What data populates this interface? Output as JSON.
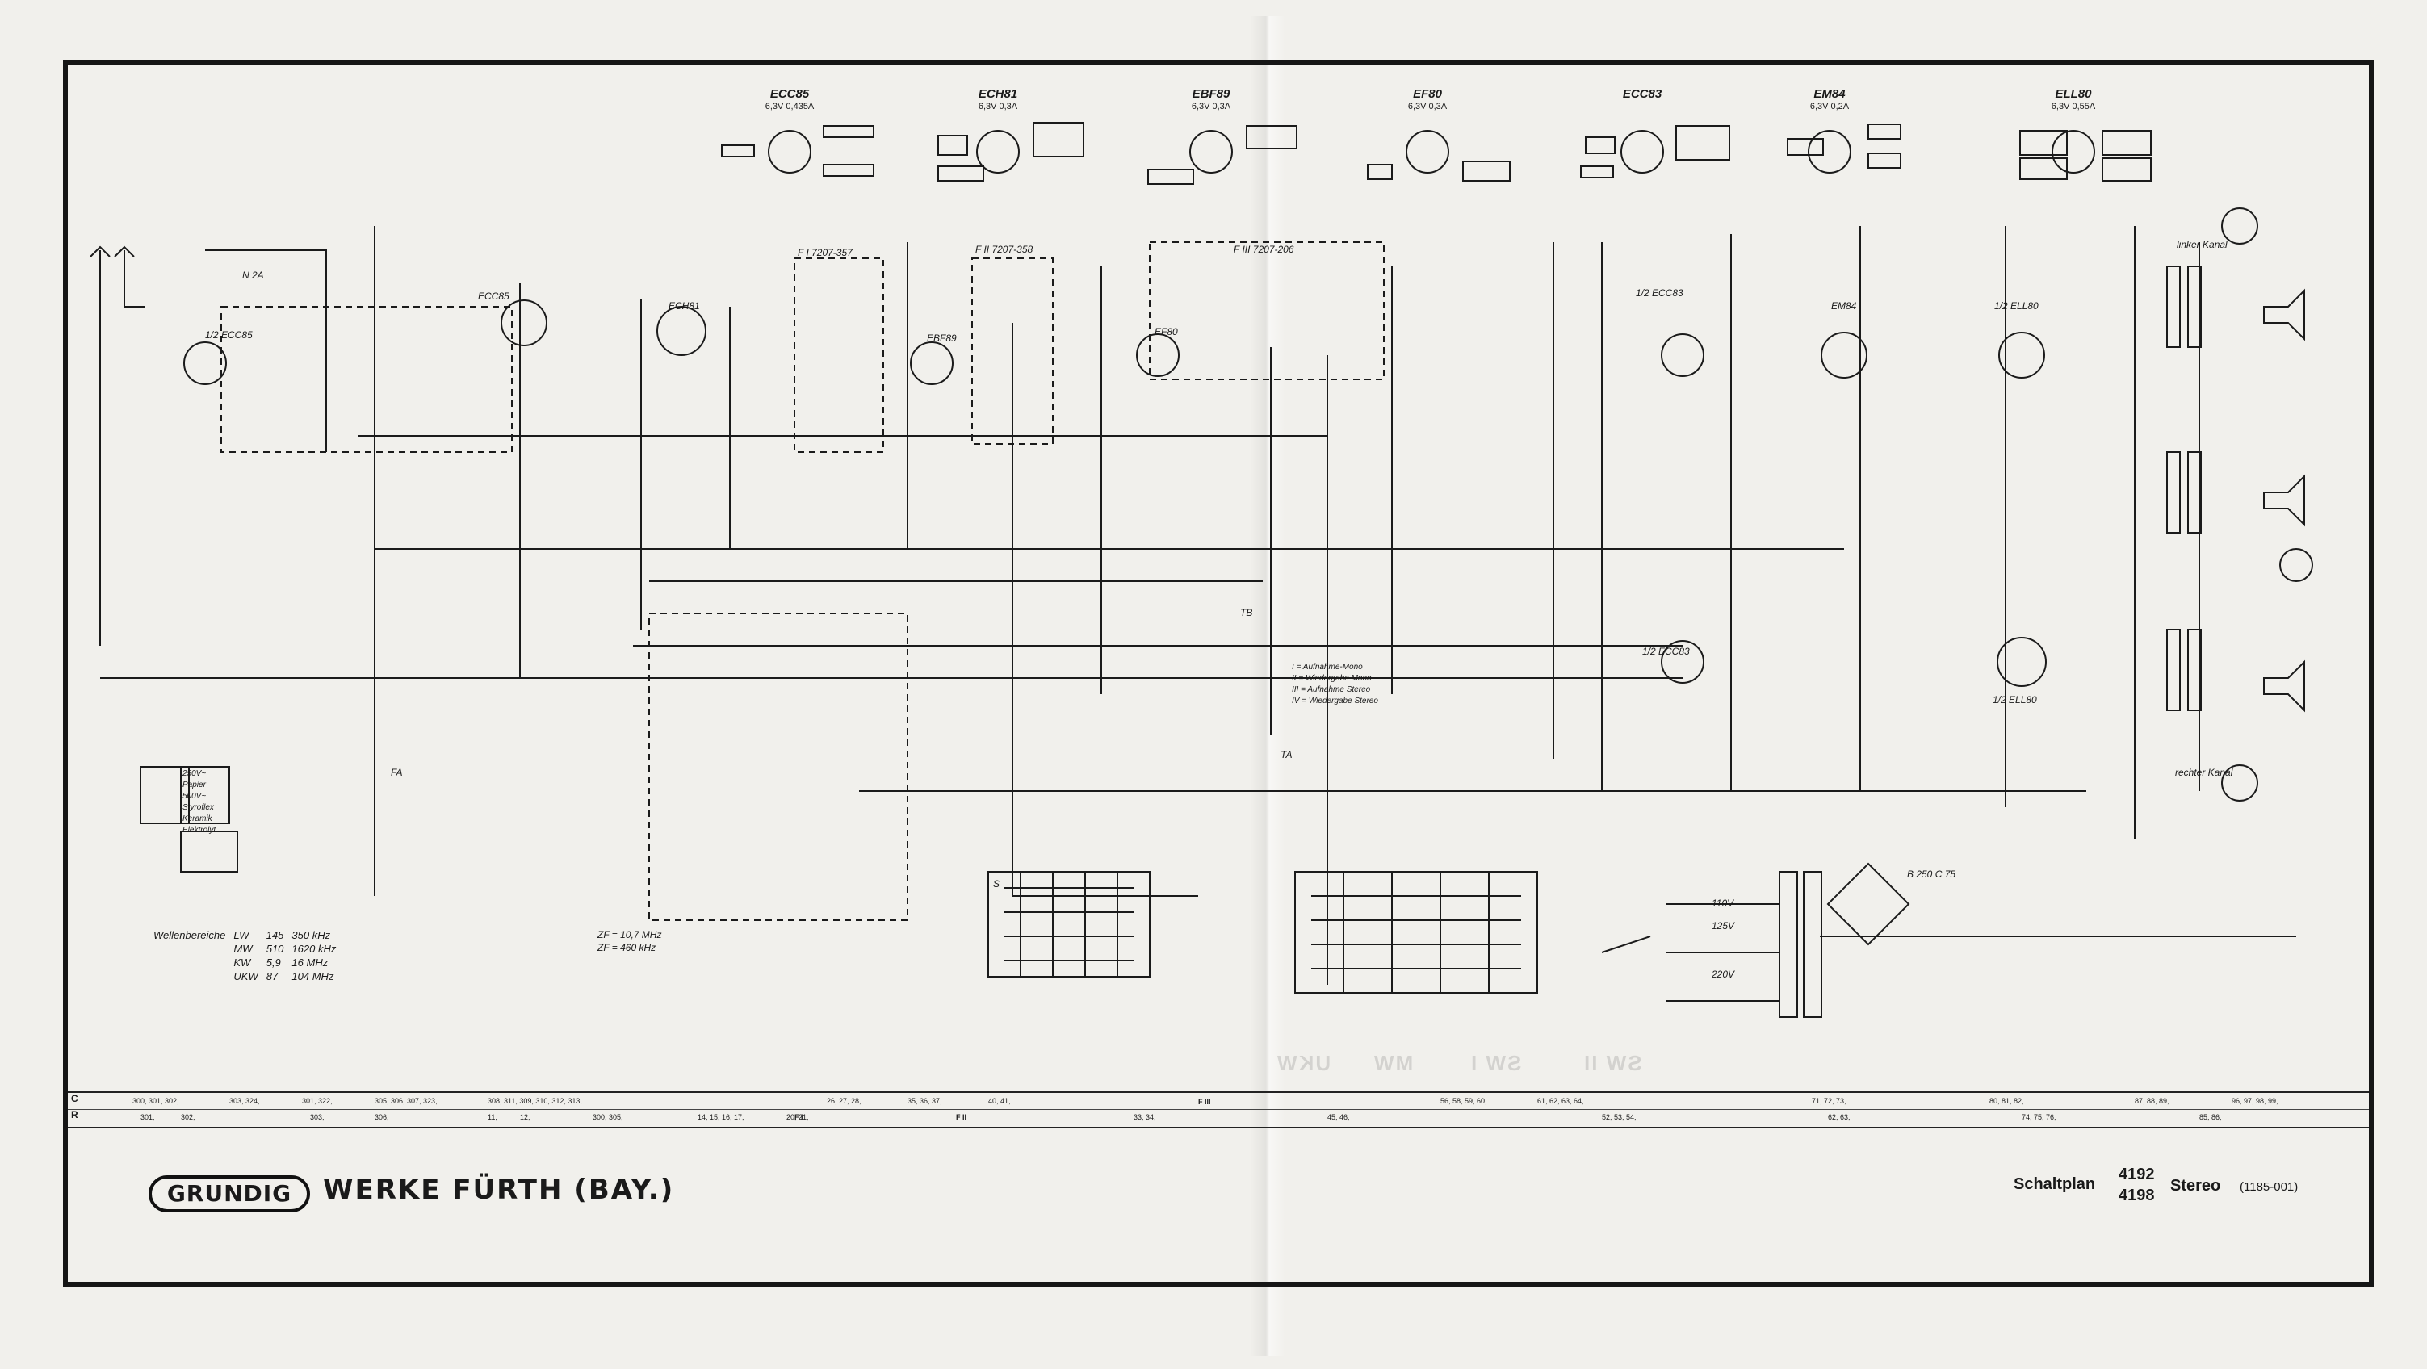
{
  "tubes": [
    {
      "name": "ECC85",
      "heater": "6,3V 0,435A"
    },
    {
      "name": "ECH81",
      "heater": "6,3V 0,3A"
    },
    {
      "name": "EBF89",
      "heater": "6,3V 0,3A"
    },
    {
      "name": "EF80",
      "heater": "6,3V 0,3A"
    },
    {
      "name": "ECC83",
      "heater": ""
    },
    {
      "name": "EM84",
      "heater": "6,3V 0,2A"
    },
    {
      "name": "ELL80",
      "heater": "6,3V 0,55A"
    }
  ],
  "schematic_labels": {
    "ecc85_left": "1/2 ECC85",
    "ecc85_mid": "ECC85",
    "ech81": "ECH81",
    "ebf89": "EBF89",
    "ef80": "EF80",
    "ecc83_a": "1/2 ECC83",
    "ecc83_b": "1/2 ECC83",
    "em84": "EM84",
    "ell80_a": "1/2 ELL80",
    "ell80_b": "1/2 ELL80",
    "fuse": "N 2A",
    "filter1": "F I 7207-357",
    "filter2": "F II 7207-358",
    "filter3": "F III 7207-206",
    "tb": "TB",
    "ta": "TA",
    "fa": "FA",
    "rectifier": "B 250 C 75",
    "mains_110": "110V",
    "mains_125": "125V",
    "mains_220": "220V",
    "left_channel": "linker Kanal",
    "right_channel": "rechter Kanal",
    "schalter": "S"
  },
  "wave_ranges": {
    "title": "Wellenbereiche",
    "rows": [
      {
        "band": "LW",
        "from": "145",
        "to": "350 kHz"
      },
      {
        "band": "MW",
        "from": "510",
        "to": "1620 kHz"
      },
      {
        "band": "KW",
        "from": "5,9",
        "to": "16 MHz"
      },
      {
        "band": "UKW",
        "from": "87",
        "to": "104 MHz"
      }
    ]
  },
  "if_freq": [
    "ZF = 10,7 MHz",
    "ZF = 460 kHz"
  ],
  "switch_legend": [
    "250V~",
    "Papier",
    "500V~",
    "Styroflex",
    "Keramik",
    "Elektrolyt"
  ],
  "tb_legend": [
    "I = Aufnahme-Mono",
    "II = Wiedergabe Mono",
    "III = Aufnahme Stereo",
    "IV = Wiedergabe Stereo"
  ],
  "strip": {
    "row_c": "C",
    "row_r": "R",
    "c_cells": [
      "300, 301, 302,",
      "303, 324,",
      "301, 322,",
      "305, 306, 307, 323,",
      "308, 311, 309, 310, 312, 313,",
      "26, 27, 28,",
      "35, 36, 37,",
      "40, 41,",
      "56, 58, 59, 60,",
      "61, 62, 63, 64,",
      "71, 72, 73,",
      "80, 81, 82,",
      "87, 88, 89,",
      "96, 97, 98, 99,"
    ],
    "r_cells": [
      "301,",
      "302,",
      "303,",
      "306,",
      "11,",
      "12,",
      "300, 305,",
      "14, 15, 16, 17,",
      "20, 21,",
      "33, 34,",
      "45, 46,",
      "52, 53, 54,",
      "62, 63,",
      "74, 75, 76,",
      "85, 86,"
    ],
    "section_labels": [
      "F I",
      "F II",
      "F III"
    ]
  },
  "footer": {
    "logo": "GRUNDIG",
    "company": "WERKE FÜRTH (BAY.)",
    "plan_label": "Schaltplan",
    "model_1": "4192",
    "model_2": "4198",
    "stereo": "Stereo",
    "code": "(1185-001)"
  },
  "ghost_marks": [
    "SW I",
    "SW II",
    "MW",
    "UKW"
  ]
}
